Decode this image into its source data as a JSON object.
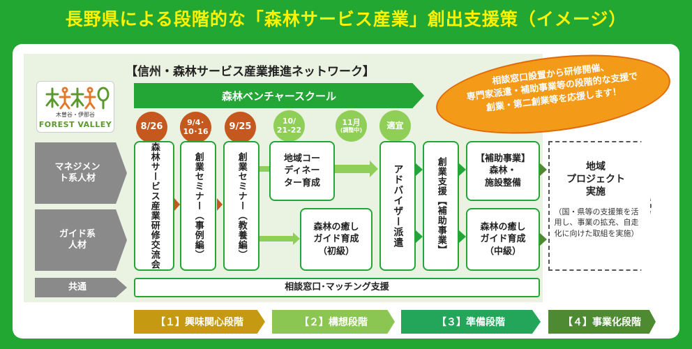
{
  "title": "長野県による段階的な「森林サービス産業」創出支援策（イメージ）",
  "network_title": "【信州・森林サービス産業推進ネットワーク】",
  "bubble": [
    "相談窓口設置から研修開催、",
    "専門家派遣・補助事業等の段階的な支援で",
    "創業・第二創業等を応援します！"
  ],
  "logo": {
    "sub": "木曽谷・伊那谷",
    "main": "FOREST VALLEY"
  },
  "venture_label": "森林ベンチャースクール",
  "dates": {
    "d1": "8/26",
    "d2": "9/4･\n10･16",
    "d3": "9/25",
    "d4": "10/\n21-22",
    "d5_main": "11月",
    "d5_sub": "(調整中)",
    "d6": "適宜"
  },
  "rows": {
    "management": "マネジメン\nト系人材",
    "guide": "ガイド系\n人材",
    "common": "共通"
  },
  "boxes": {
    "seminar_exchange": "森林サービス産業研修交流会",
    "startup_case": "創業セミナー（事例編）",
    "startup_edu": "創業セミナー（教養編）",
    "coordinator": "地域コー\nディネー\nター育成",
    "healing_basic": "森林の癒し\nガイド育成\n（初級）",
    "adviser": "アドバイザー派遣",
    "startup_support": "創業支援【補助事業】",
    "subsidy_facility": "【補助事業】\n森林・\n施設整備",
    "healing_mid": "森林の癒し\nガイド育成\n（中級）",
    "consult_bar": "相談窓口･マッチング支援"
  },
  "regional": {
    "title": "地域\nプロジェクト\n実施",
    "note": "（国・県等の支援策を活用し、事業の拡充、自走化に向けた取組を実施）"
  },
  "stages": [
    {
      "label": "【１】興味関心段階",
      "color": "#c59a12"
    },
    {
      "label": "【２】構想段階",
      "color": "#8cc652"
    },
    {
      "label": "【３】準備段階",
      "color": "#23a65a"
    },
    {
      "label": "【４】事業化段階",
      "color": "#4e8a32"
    }
  ],
  "colors": {
    "background": "#22a832",
    "title": "#fff200",
    "accent_green": "#23a636",
    "orange_circle": "#c4581e",
    "light_green_circle": "#8fcf58",
    "bubble": "#f39a18"
  }
}
